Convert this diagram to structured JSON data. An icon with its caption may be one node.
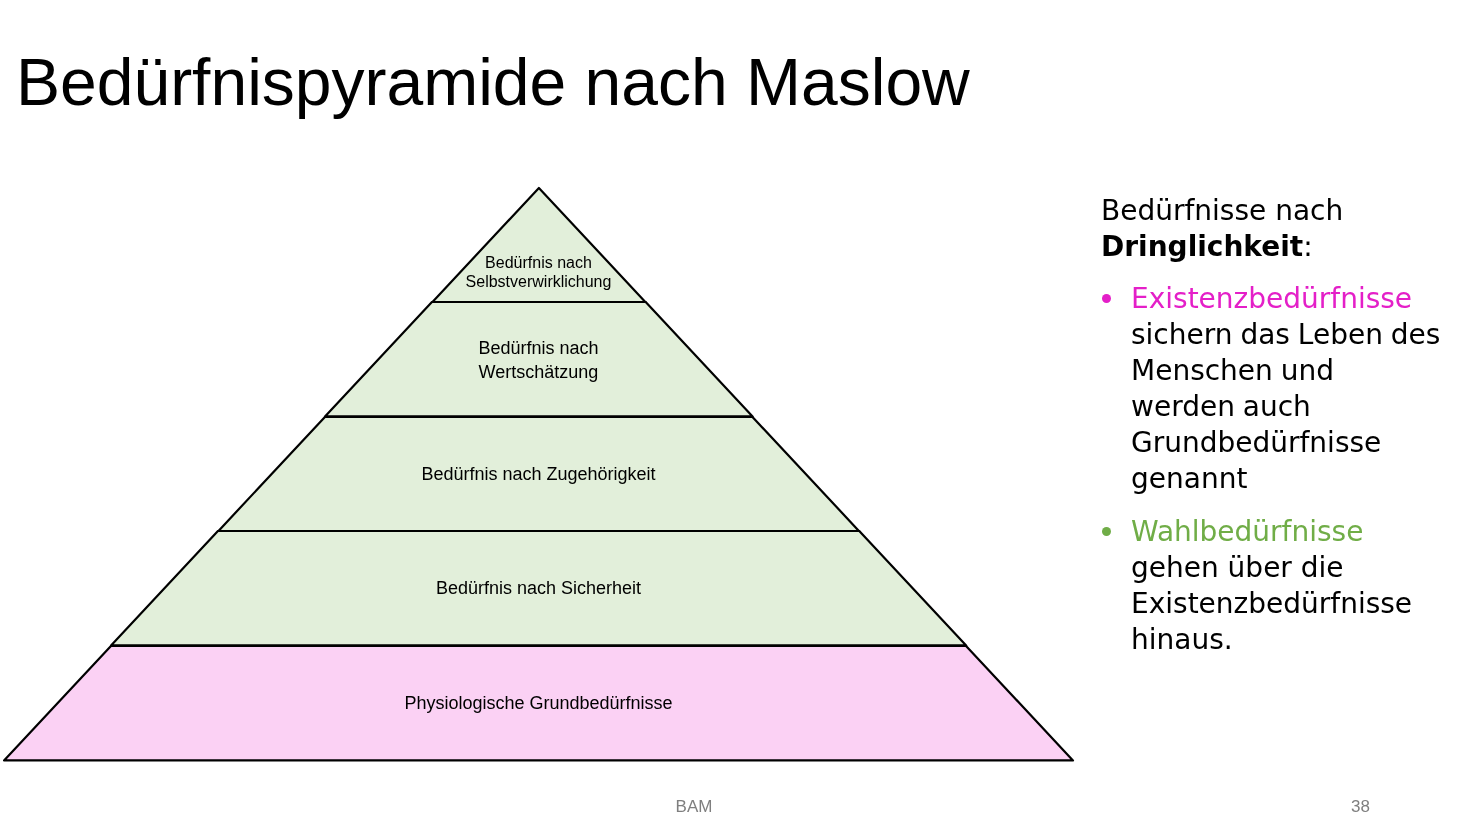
{
  "diagram": {
    "title": "Bedürfnispyramide nach Maslow",
    "nodes": [
      {
        "text": [
          "Bedürfnis nach Selbstverwirklichung"
        ]
      },
      {
        "text": [
          "Bedürfnis nach Wertschätzung"
        ]
      },
      {
        "text": [
          "Bedürfnis nach Zugehörigkeit"
        ]
      },
      {
        "text": [
          "Bedürfnis nach Sicherheit"
        ]
      },
      {
        "text": [
          "Physiologische Grundbedürfnisse"
        ]
      }
    ],
    "labels": [
      "Bedürfnisse nach **Dringlichkeit**:",
      "Existenzbedürfnisse",
      "sichern das Leben des Menschen und werden auch Grundbedürfnisse genannt",
      "Wahlbedürfnisse",
      "gehen über die Existenzbedürfnisse hinaus.",
      "BAM",
      "38"
    ]
  }
}
